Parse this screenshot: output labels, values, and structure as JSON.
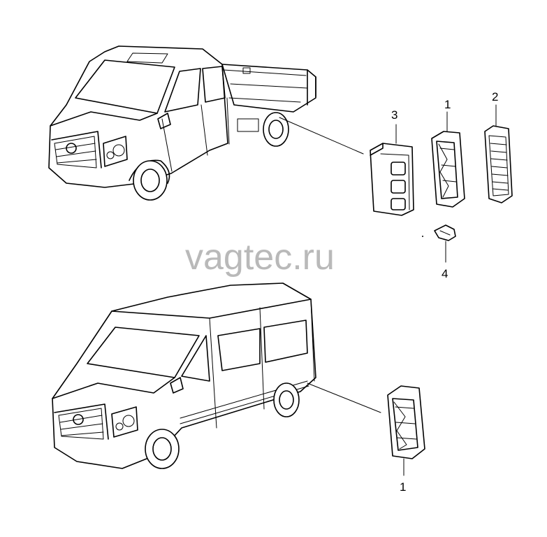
{
  "watermark": "vagtec.ru",
  "callouts": {
    "part_1_top": "1",
    "part_2": "2",
    "part_3": "3",
    "part_4": "4",
    "part_1_bottom": "1"
  }
}
